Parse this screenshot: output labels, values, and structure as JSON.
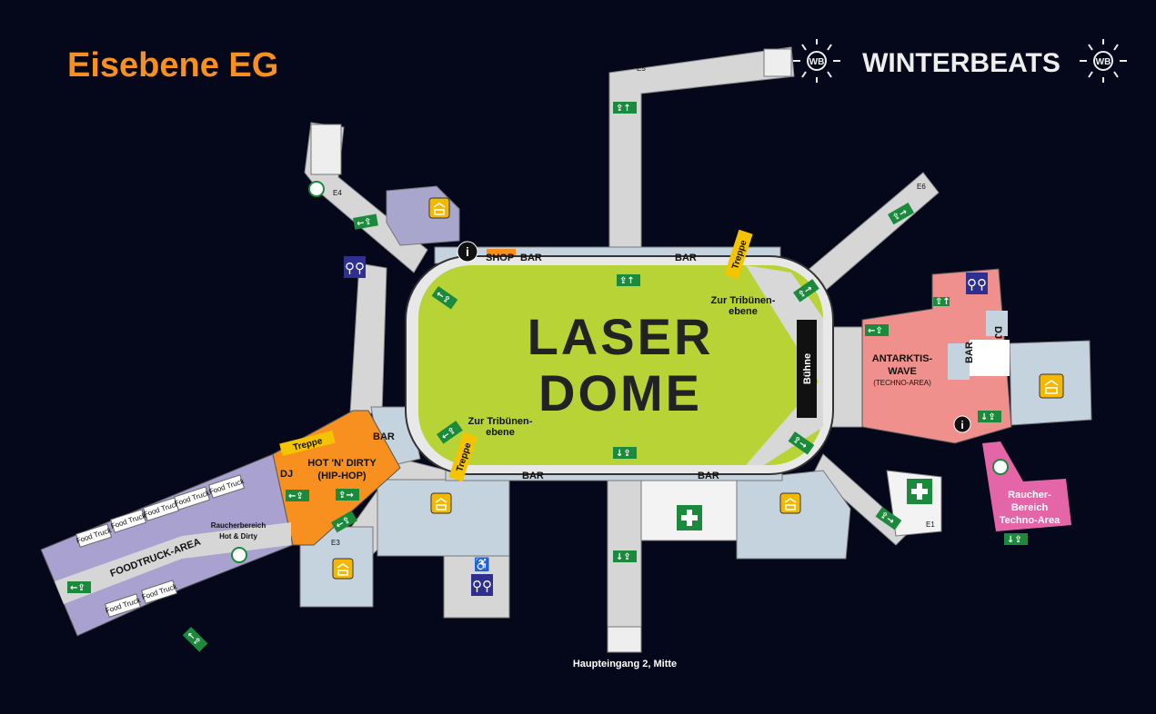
{
  "title": "Eisebene EG",
  "logo": {
    "text": "WINTERBEATS",
    "badge": "WB"
  },
  "colors": {
    "background": "#05071a",
    "title": "#f7901e",
    "rink": "#b7d335",
    "hot_n_dirty": "#f7901e",
    "foodtruck": "#a9a1cf",
    "antarktis": "#f0908c",
    "raucher_techno": "#e565a9",
    "exit": "#1c8a3c",
    "coat_check": "#f5b800",
    "wc": "#2e2f8f"
  },
  "main": {
    "line1": "LASER",
    "line2": "DOME",
    "stage": "Bühne"
  },
  "labels": {
    "shop": "SHOP",
    "bar": "BAR",
    "treppe": "Treppe",
    "tribuene_1": "Zur Tribünen-",
    "tribuene_2": "ebene",
    "dj": "DJ",
    "hot_1": "HOT 'N' DIRTY",
    "hot_2": "(HIP-HOP)",
    "foodtruck_area": "FOODTRUCK-AREA",
    "food_truck": "Food Truck",
    "raucher_hot_1": "Raucherbereich",
    "raucher_hot_2": "Hot & Dirty",
    "antarktis_1": "ANTARKTIS-",
    "antarktis_2": "WAVE",
    "antarktis_3": "(TECHNO-AREA)",
    "raucher_techno_1": "Raucher-",
    "raucher_techno_2": "Bereich",
    "raucher_techno_3": "Techno-Area",
    "main_entrance": "Haupteingang 2, Mitte",
    "info": "i"
  },
  "entrances": [
    "E1",
    "E3",
    "E4",
    "E5",
    "E6"
  ],
  "icons": [
    "exit-sign-icon",
    "coat-check-icon",
    "restroom-icon",
    "info-icon",
    "smoking-area-icon",
    "first-aid-icon",
    "wheelchair-icon"
  ]
}
